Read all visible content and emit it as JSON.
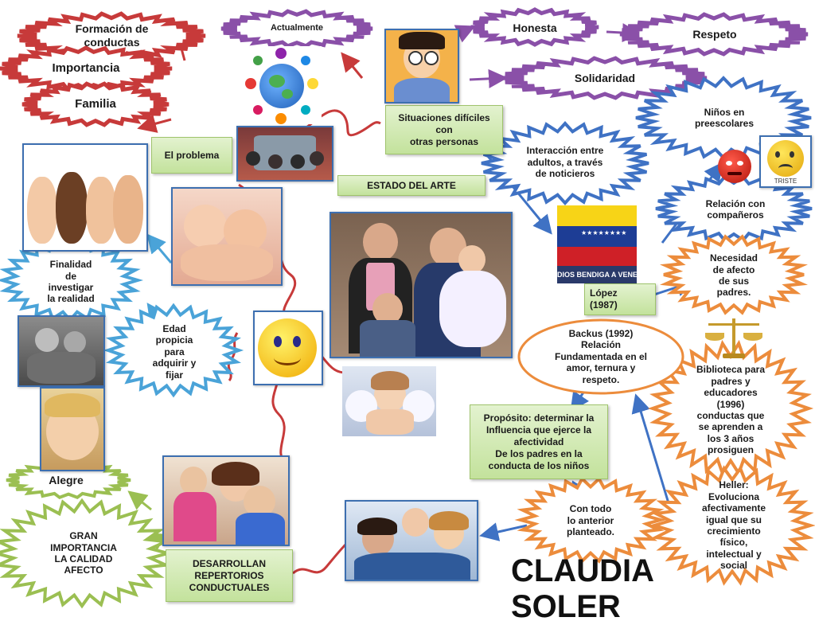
{
  "colors": {
    "purple": "#8a50a8",
    "red": "#c73a3a",
    "blue": "#3f72c4",
    "green": "#9bbf52",
    "orange": "#ec8c3c",
    "cyan": "#4aa3d8",
    "box_fill": "#cfe8ac"
  },
  "burst_labels": {
    "formacion": "Formación de\nconductas",
    "importancia": "Importancia",
    "familia": "Familia",
    "actualmente": "Actualmente",
    "honesta": "Honesta",
    "respeto": "Respeto",
    "solidaridad": "Solidaridad",
    "ninos_preescolares": "Niños en\npreescolares",
    "interaccion": "Interacción entre\nadultos, a través\nde noticieros",
    "relacion_companeros": "Relación con\ncompañeros",
    "necesidad_afecto": "Necesidad\nde afecto\nde sus\npadres.",
    "finalidad": "Finalidad\nde\ninvestigar\nla realidad",
    "edad_propicia": "Edad\npropicia\npara\nadquirir y\nfijar",
    "alegre": "Alegre",
    "gran_importancia": "GRAN\nIMPORTANCIA\nLA CALIDAD\nAFECTO",
    "backus": "Backus (1992)\nRelación\nFundamentada en el\namor, ternura y\nrespeto.",
    "biblioteca": "Biblioteca para\npadres y\neducadores\n(1996)\nconductas que\nse aprenden a\nlos 3 años\nprosiguen",
    "heller": "Heller:\nEvoluciona\nafectivamente\nigual  que su\ncrecimiento\nfísico,\nintelectual y\nsocial",
    "con_todo": "Con todo\nlo anterior\nplanteado."
  },
  "box_labels": {
    "el_problema": "El problema",
    "estado_del_arte": "ESTADO DEL ARTE",
    "situaciones": "Situaciones difíciles\ncon\notras personas",
    "lopez": "López\n(1987)",
    "proposito": "Propósito: determinar  la\nInfluencia que ejerce la\nafectividad\nDe los padres en la\nconducta de los niños",
    "desarrollan": "DESARROLLAN\nREPERTORIOS\nCONDUCTUALES"
  },
  "image_text": {
    "flag_caption": "DIOS BENDIGA A VENEZUELA",
    "sad_face_caption": "TRISTE"
  },
  "author": "CLAUDIA SOLER"
}
